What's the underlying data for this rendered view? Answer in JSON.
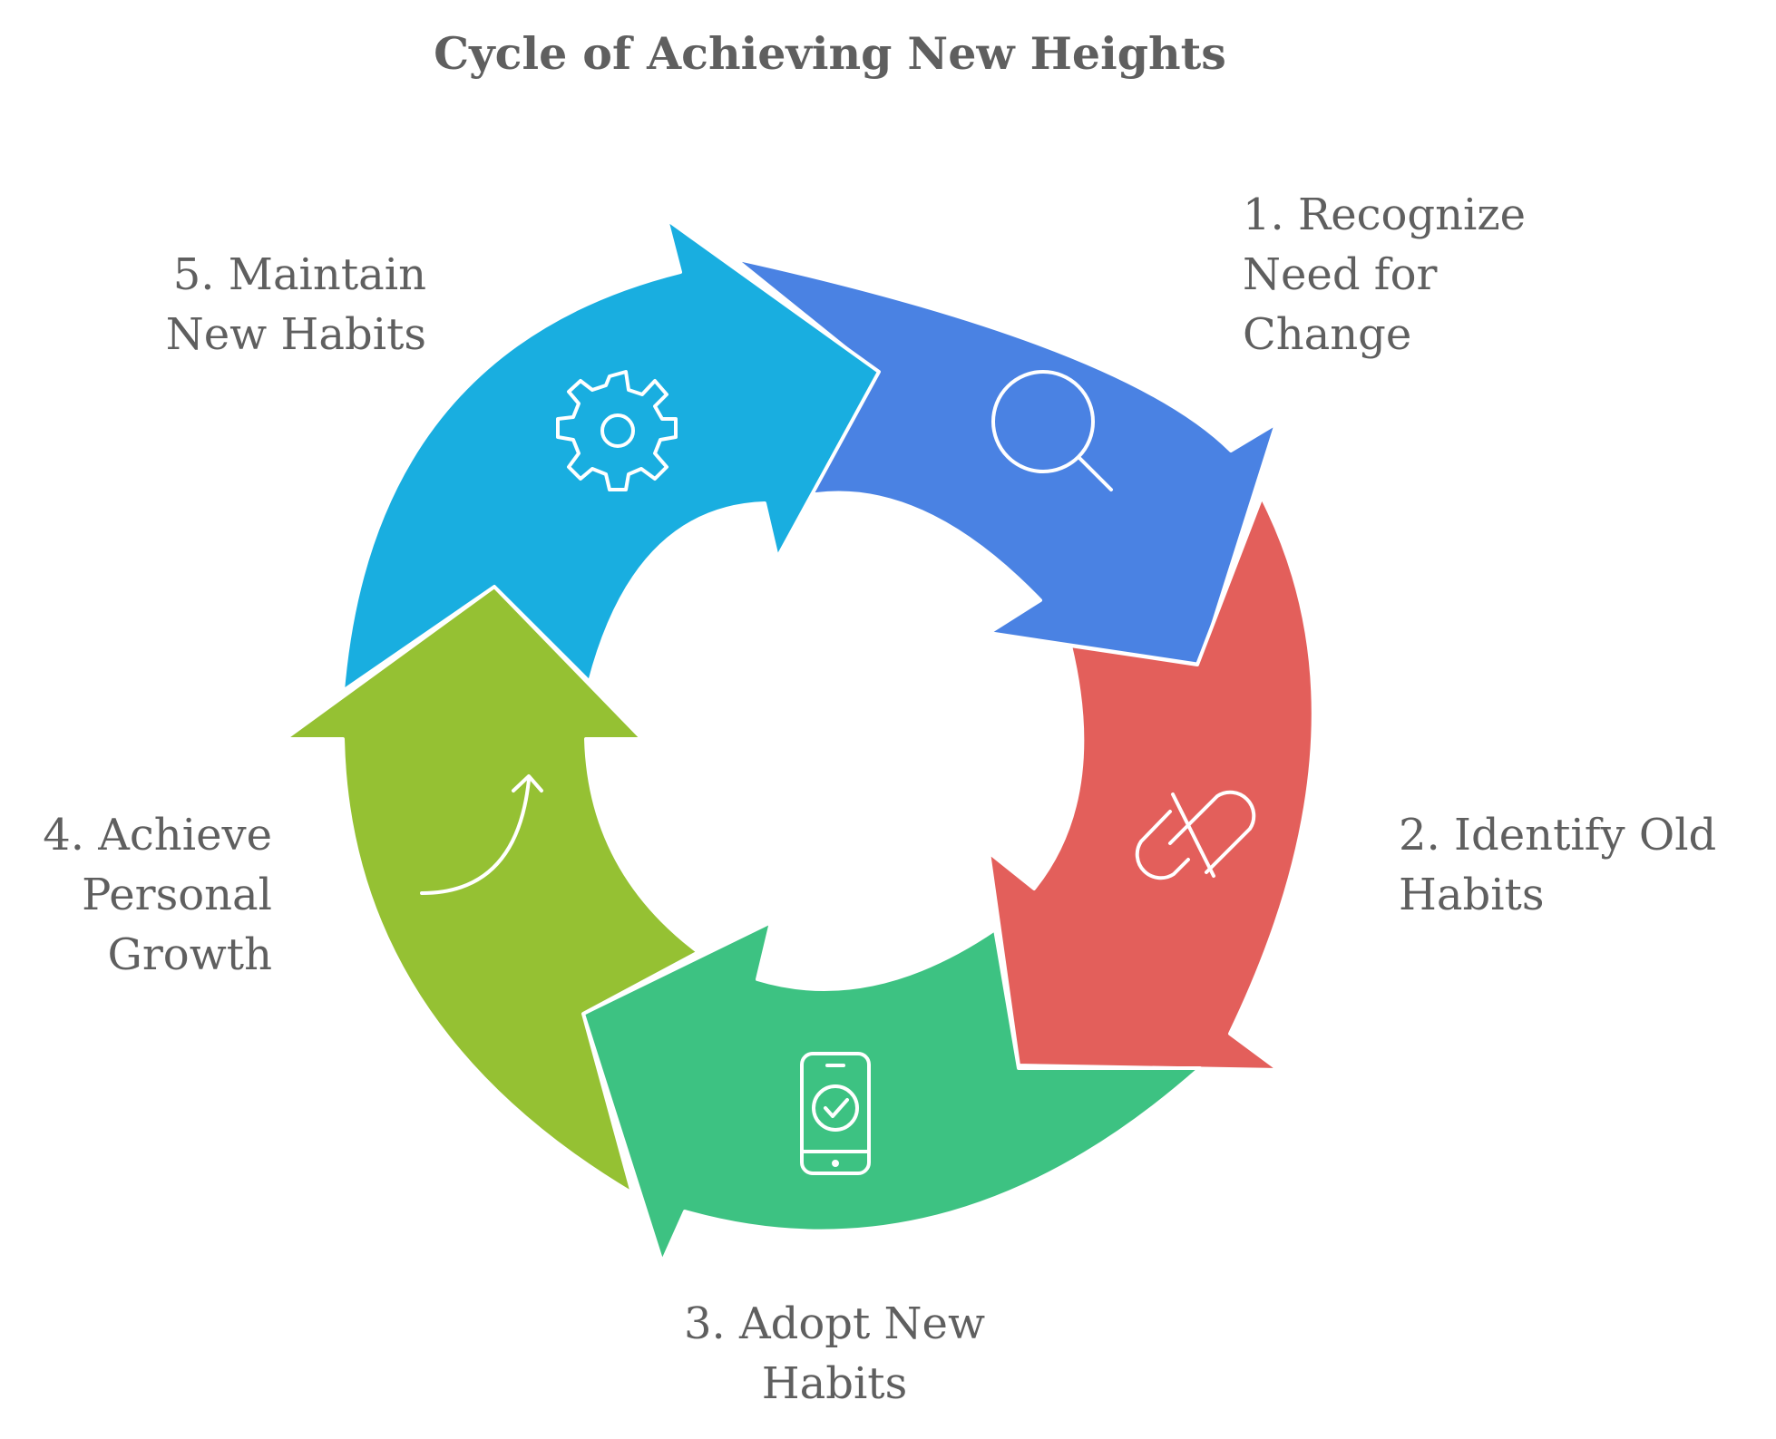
{
  "title": "Cycle of Achieving New Heights",
  "steps": [
    {
      "number": "1.",
      "lines": [
        "1. Recognize",
        "Need for",
        "Change"
      ],
      "color": "#4a82e3",
      "icon": "search-icon"
    },
    {
      "number": "2.",
      "lines": [
        "2. Identify Old",
        "Habits"
      ],
      "color": "#e35f5b",
      "icon": "broken-link-icon"
    },
    {
      "number": "3.",
      "lines": [
        "3. Adopt New",
        "Habits"
      ],
      "color": "#3dc282",
      "icon": "smartphone-check-icon"
    },
    {
      "number": "4.",
      "lines": [
        "4. Achieve",
        "Personal",
        "Growth"
      ],
      "color": "#95c133",
      "icon": "curved-arrow-icon"
    },
    {
      "number": "5.",
      "lines": [
        "5. Maintain",
        "New Habits"
      ],
      "color": "#19aee0",
      "icon": "gear-icon"
    }
  ]
}
